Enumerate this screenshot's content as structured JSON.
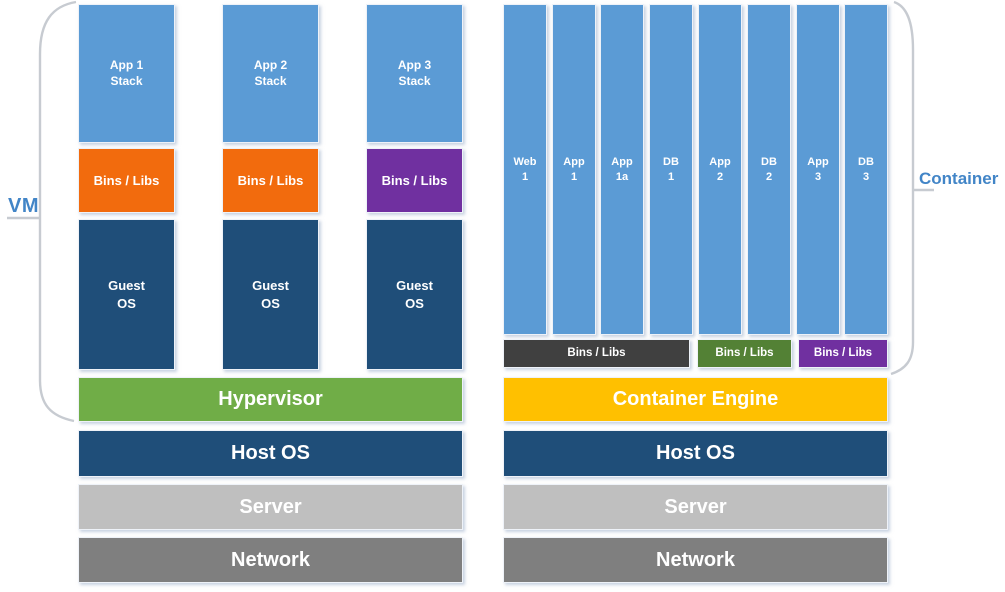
{
  "palette": {
    "app_blue": "#5B9BD5",
    "orange": "#F26B0D",
    "purple": "#7030A0",
    "dark_navy": "#1F4E79",
    "hypervisor_green": "#70AD47",
    "engine_yellow": "#FFC000",
    "bins_dark_gray": "#404040",
    "bins_olive": "#538135",
    "server_gray": "#BFBFBF",
    "network_gray": "#7F7F7F",
    "label_blue": "#4285C7",
    "bracket_gray": "#C7CBD1"
  },
  "vm": {
    "label": "VM",
    "stacks": [
      {
        "app": [
          "App 1",
          "Stack"
        ],
        "bins": "Bins / Libs",
        "bins_color": "#F26B0D",
        "guest": [
          "Guest",
          "OS"
        ]
      },
      {
        "app": [
          "App 2",
          "Stack"
        ],
        "bins": "Bins / Libs",
        "bins_color": "#F26B0D",
        "guest": [
          "Guest",
          "OS"
        ]
      },
      {
        "app": [
          "App 3",
          "Stack"
        ],
        "bins": "Bins / Libs",
        "bins_color": "#7030A0",
        "guest": [
          "Guest",
          "OS"
        ]
      }
    ],
    "layers": [
      {
        "label": "Hypervisor",
        "color": "#70AD47"
      },
      {
        "label": "Host OS",
        "color": "#1F4E79"
      },
      {
        "label": "Server",
        "color": "#BFBFBF"
      },
      {
        "label": "Network",
        "color": "#7F7F7F"
      }
    ]
  },
  "containers": {
    "label": "Container",
    "columns": [
      [
        "Web",
        "1"
      ],
      [
        "App",
        "1"
      ],
      [
        "App",
        "1a"
      ],
      [
        "DB",
        "1"
      ],
      [
        "App",
        "2"
      ],
      [
        "DB",
        "2"
      ],
      [
        "App",
        "3"
      ],
      [
        "DB",
        "3"
      ]
    ],
    "bins": [
      {
        "label": "Bins / Libs",
        "color": "#404040"
      },
      {
        "label": "Bins / Libs",
        "color": "#538135"
      },
      {
        "label": "Bins / Libs",
        "color": "#7030A0"
      }
    ],
    "layers": [
      {
        "label": "Container Engine",
        "color": "#FFC000"
      },
      {
        "label": "Host OS",
        "color": "#1F4E79"
      },
      {
        "label": "Server",
        "color": "#BFBFBF"
      },
      {
        "label": "Network",
        "color": "#7F7F7F"
      }
    ]
  }
}
